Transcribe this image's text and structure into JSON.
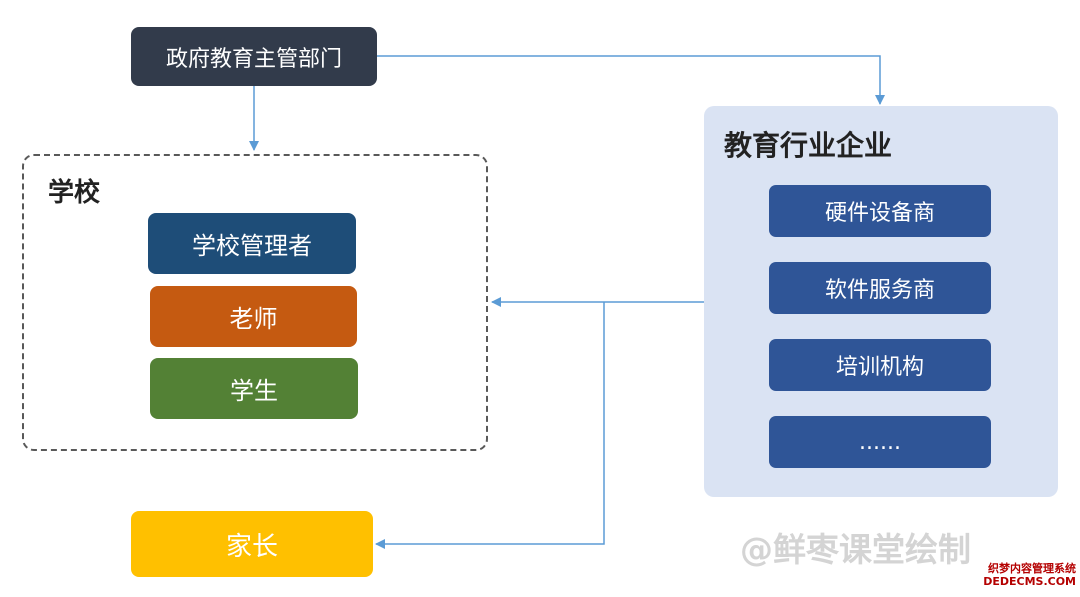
{
  "gov": {
    "label": "政府教育主管部门"
  },
  "school": {
    "title": "学校",
    "roles": [
      "学校管理者",
      "老师",
      "学生"
    ]
  },
  "industry": {
    "title": "教育行业企业",
    "vendors": [
      "硬件设备商",
      "软件服务商",
      "培训机构",
      "......"
    ]
  },
  "parent": {
    "label": "家长"
  },
  "watermark": "@鲜枣课堂绘制",
  "site_tag": {
    "line1": "织梦内容管理系统",
    "line2": "DEDECMS.COM"
  },
  "colors": {
    "gov": "#323b4b",
    "admin": "#1e4d78",
    "teacher": "#c55a11",
    "student": "#538135",
    "parent": "#ffc000",
    "vendor": "#2f5597",
    "industry_bg": "#dae3f3",
    "arrow": "#5b9bd5"
  }
}
